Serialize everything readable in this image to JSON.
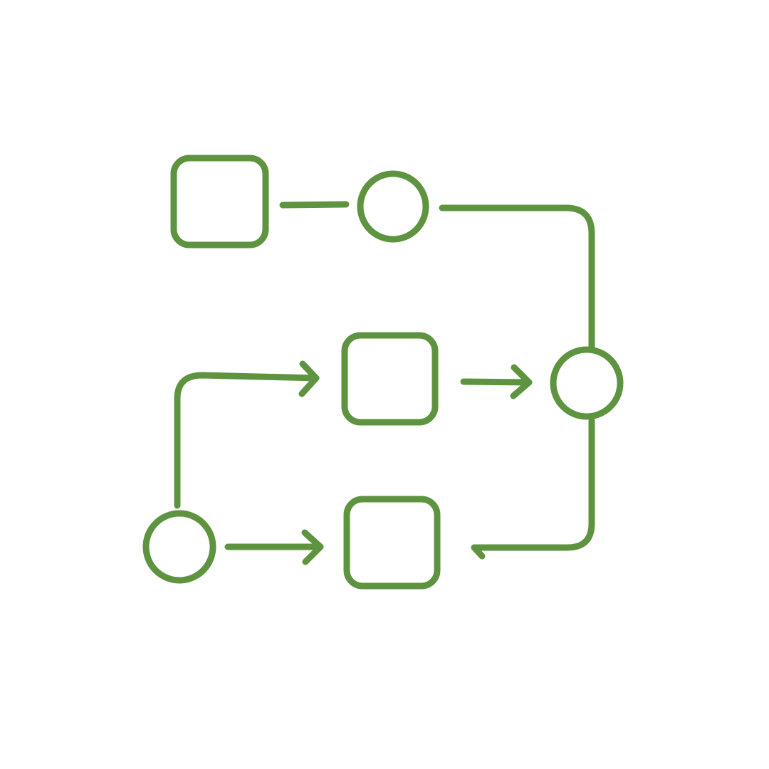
{
  "diagram": {
    "icon": "process-flow-icon",
    "stroke_color": "#5e9440",
    "background_color": "#ffffff",
    "nodes": [
      {
        "id": "box-top",
        "shape": "rounded-square"
      },
      {
        "id": "circle-top",
        "shape": "circle"
      },
      {
        "id": "box-middle",
        "shape": "rounded-square"
      },
      {
        "id": "circle-right",
        "shape": "circle"
      },
      {
        "id": "circle-bottom-left",
        "shape": "circle"
      },
      {
        "id": "box-bottom",
        "shape": "rounded-square"
      }
    ],
    "edges": [
      {
        "from": "box-top",
        "to": "circle-top",
        "arrow": false
      },
      {
        "from": "circle-top",
        "to": "circle-right",
        "arrow": false
      },
      {
        "from": "circle-bottom-left",
        "to": "box-middle",
        "arrow": true
      },
      {
        "from": "box-middle",
        "to": "circle-right",
        "arrow": true
      },
      {
        "from": "circle-bottom-left",
        "to": "box-bottom",
        "arrow": true
      },
      {
        "from": "circle-right",
        "to": "box-bottom",
        "arrow": true
      }
    ]
  }
}
